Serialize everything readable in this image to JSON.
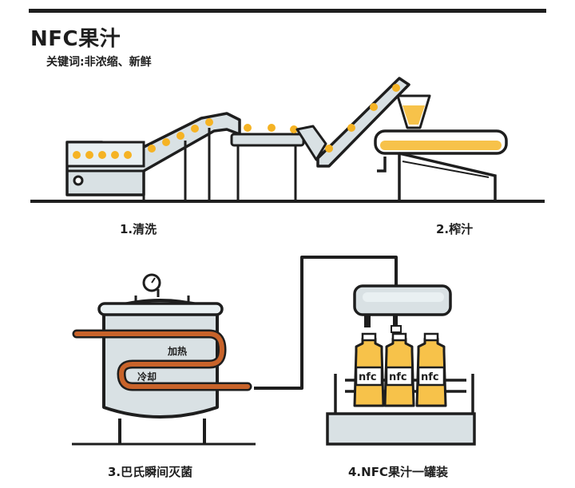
{
  "title": "NFC果汁",
  "subtitle": "关键词:非浓缩、新鲜",
  "steps": {
    "s1": "1.清洗",
    "s2": "2.榨汁",
    "s3": "3.巴氏瞬间灭菌",
    "s4": "4.NFC果汁一罐装"
  },
  "tank_labels": {
    "heat": "加热",
    "cool": "冷却"
  },
  "bottle_label": "nfc",
  "colors": {
    "ink": "#1e1e1e",
    "fruit": "#f5b324",
    "juice": "#f7c24a",
    "metal": "#d9e1e4",
    "pipe": "#c8632a"
  }
}
